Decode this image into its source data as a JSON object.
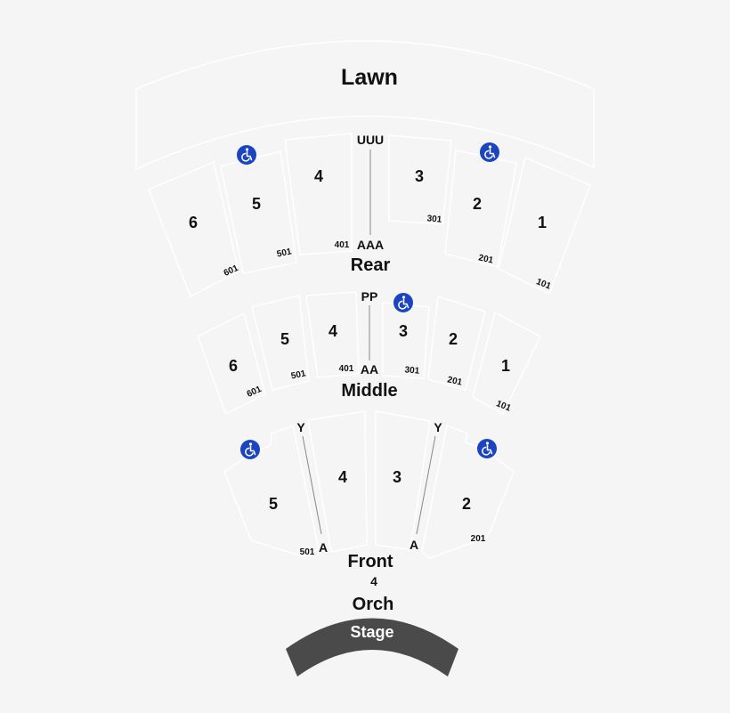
{
  "colors": {
    "background": "#f5f5f5",
    "section_fill": "#f5f5f5",
    "section_stroke": "#ffffff",
    "text": "#111111",
    "accessible_icon": "#1a44c0",
    "stage_fill": "#4a4a4a",
    "stage_text": "#ffffff"
  },
  "lawn": {
    "label": "Lawn"
  },
  "rear": {
    "zone_label": "Rear",
    "row_top": "UUU",
    "row_bottom": "AAA",
    "sections": [
      {
        "id": "1",
        "seat": "101"
      },
      {
        "id": "2",
        "seat": "201"
      },
      {
        "id": "3",
        "seat": "301"
      },
      {
        "id": "4",
        "seat": "401"
      },
      {
        "id": "5",
        "seat": "501"
      },
      {
        "id": "6",
        "seat": "601"
      }
    ]
  },
  "middle": {
    "zone_label": "Middle",
    "row_top": "PP",
    "row_bottom": "AA",
    "sections": [
      {
        "id": "1",
        "seat": "101"
      },
      {
        "id": "2",
        "seat": "201"
      },
      {
        "id": "3",
        "seat": "301"
      },
      {
        "id": "4",
        "seat": "401"
      },
      {
        "id": "5",
        "seat": "501"
      },
      {
        "id": "6",
        "seat": "601"
      }
    ]
  },
  "front": {
    "zone_label": "Front",
    "row_top_left": "Y",
    "row_bottom_left": "A",
    "row_top_right": "Y",
    "row_bottom_right": "A",
    "sections": [
      {
        "id": "2",
        "seat": "201"
      },
      {
        "id": "3",
        "seat": ""
      },
      {
        "id": "4",
        "seat": ""
      },
      {
        "id": "5",
        "seat": "501"
      }
    ]
  },
  "orch": {
    "section": "4",
    "label": "Orch"
  },
  "stage": {
    "label": "Stage"
  },
  "icons": {
    "accessible": "wheelchair-accessible-icon"
  }
}
